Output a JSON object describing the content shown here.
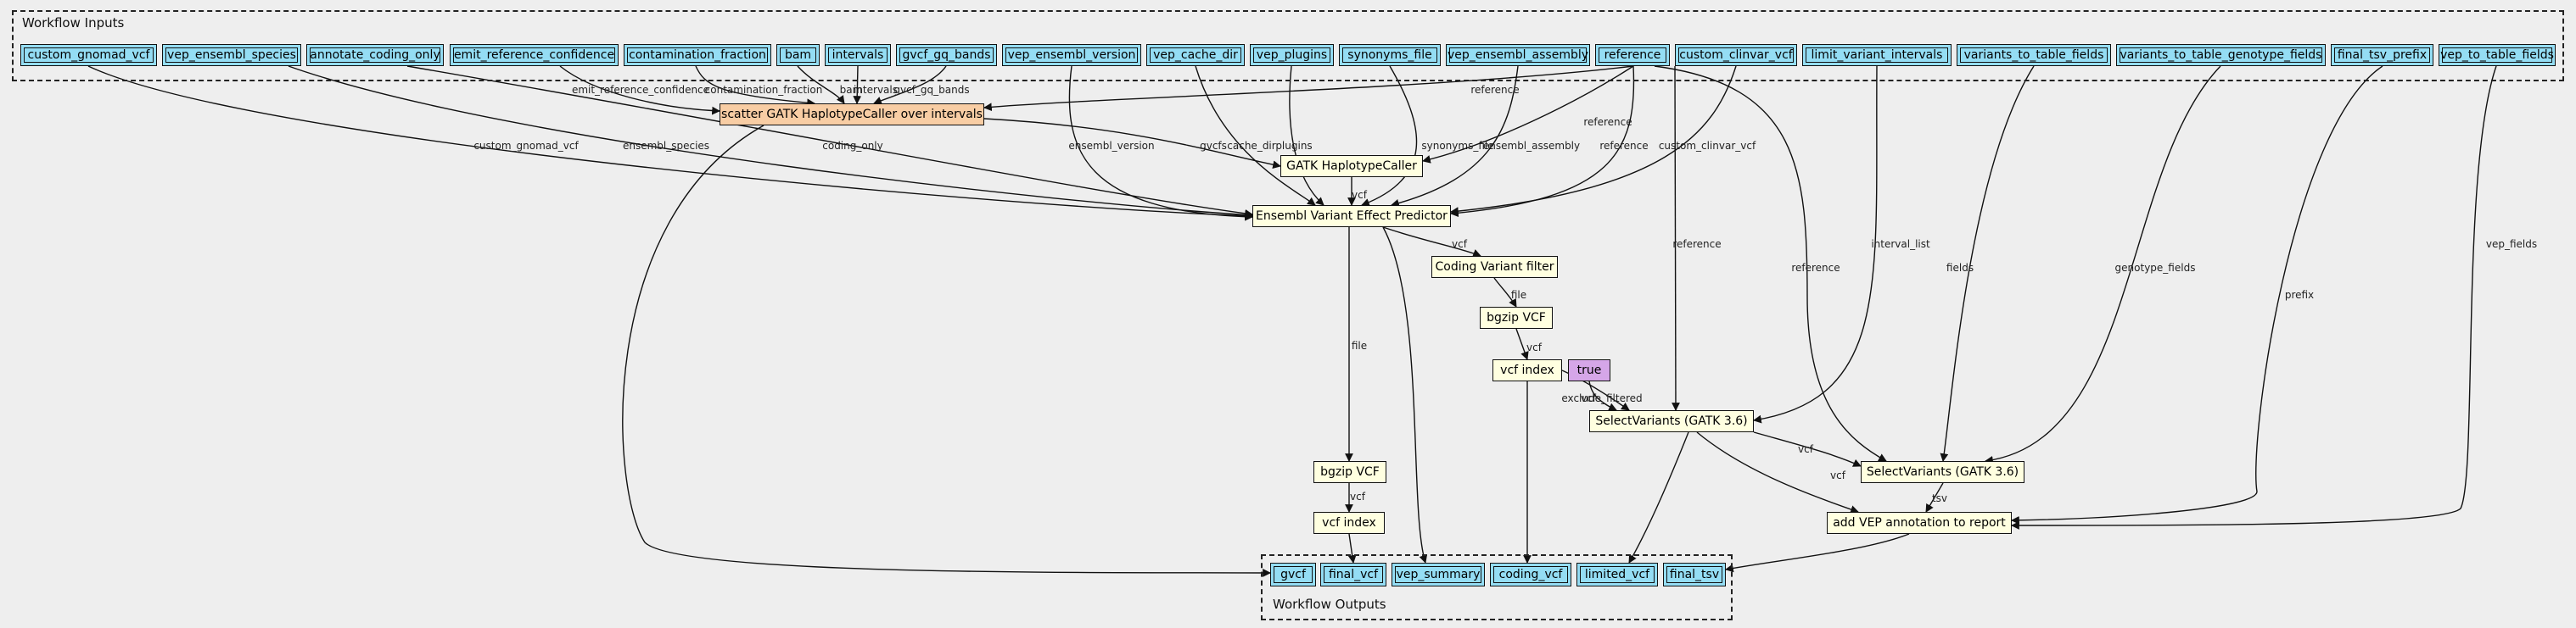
{
  "colors": {
    "background": "#eeeeee",
    "io_node": "#94ddf4",
    "step_node": "#ffffe0",
    "scatter_node": "#f8cda4",
    "constant_node": "#d5a6e8",
    "edge": "#111111"
  },
  "clusters": {
    "inputs_title": "Workflow Inputs",
    "outputs_title": "Workflow Outputs"
  },
  "inputs": {
    "custom_gnomad_vcf": "custom_gnomad_vcf",
    "vep_ensembl_species": "vep_ensembl_species",
    "annotate_coding_only": "annotate_coding_only",
    "emit_reference_confidence": "emit_reference_confidence",
    "contamination_fraction": "contamination_fraction",
    "bam": "bam",
    "intervals": "intervals",
    "gvcf_gq_bands": "gvcf_gq_bands",
    "vep_ensembl_version": "vep_ensembl_version",
    "vep_cache_dir": "vep_cache_dir",
    "vep_plugins": "vep_plugins",
    "synonyms_file": "synonyms_file",
    "vep_ensembl_assembly": "vep_ensembl_assembly",
    "reference": "reference",
    "custom_clinvar_vcf": "custom_clinvar_vcf",
    "limit_variant_intervals": "limit_variant_intervals",
    "variants_to_table_fields": "variants_to_table_fields",
    "variants_to_table_genotype_fields": "variants_to_table_genotype_fields",
    "final_tsv_prefix": "final_tsv_prefix",
    "vep_to_table_fields": "vep_to_table_fields"
  },
  "steps": {
    "scatter_haplotype": "scatter GATK HaplotypeCaller over intervals",
    "haplotype_caller": "GATK HaplotypeCaller",
    "vep": "Ensembl Variant Effect Predictor",
    "coding_filter": "Coding Variant filter",
    "bgzip_coding": "bgzip VCF",
    "index_coding": "vcf index",
    "true_const": "true",
    "select_variants": "SelectVariants (GATK 3.6)",
    "variants_to_table": "SelectVariants (GATK 3.6)",
    "add_vep": "add VEP annotation to report",
    "bgzip_final": "bgzip VCF",
    "index_final": "vcf index"
  },
  "outputs": {
    "gvcf": "gvcf",
    "final_vcf": "final_vcf",
    "vep_summary": "vep_summary",
    "coding_vcf": "coding_vcf",
    "limited_vcf": "limited_vcf",
    "final_tsv": "final_tsv"
  },
  "edge_labels": {
    "reference": "reference",
    "custom_gnomad_vcf": "custom_gnomad_vcf",
    "ensembl_species": "ensembl_species",
    "coding_only": "coding_only",
    "emit_reference_confidence": "emit_reference_confidence",
    "contamination_fraction": "contamination_fraction",
    "bam": "bam",
    "intervals": "intervals",
    "gvcf_gq_bands": "gvcf_gq_bands",
    "ensembl_version": "ensembl_version",
    "gvcfs": "gvcfs",
    "cache_dir": "cache_dir",
    "plugins": "plugins",
    "synonyms_file": "synonyms_file",
    "ensembl_assembly": "ensembl_assembly",
    "custom_clinvar_vcf": "custom_clinvar_vcf",
    "vcf": "vcf",
    "file": "file",
    "interval_list": "interval_list",
    "fields": "fields",
    "genotype_fields": "genotype_fields",
    "prefix": "prefix",
    "vep_fields": "vep_fields",
    "exclude_filtered": "exclude_filtered",
    "tsv": "tsv"
  }
}
